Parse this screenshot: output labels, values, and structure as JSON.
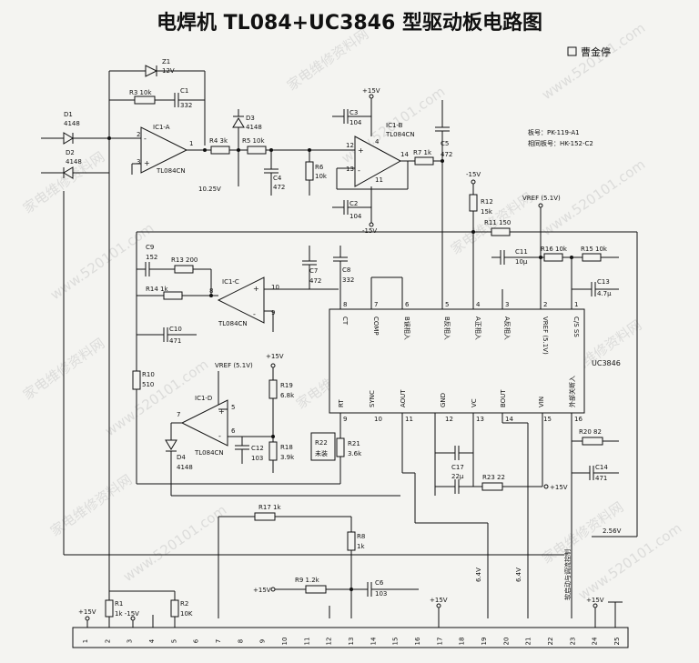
{
  "title": "电焊机 TL084+UC3846 型驱动板电路图",
  "author": "曹金停",
  "board": {
    "number": "板号：PK-119-A1",
    "same": "相同板号：HK-152-C2"
  },
  "watermarks": [
    "家电维修资料网",
    "www.520101.com"
  ],
  "opamps": {
    "a": {
      "name": "IC1-A",
      "part": "TL084CN"
    },
    "b": {
      "name": "IC1-B",
      "part": "TL084CN"
    },
    "c": {
      "name": "IC1-C",
      "part": "TL084CN"
    },
    "d": {
      "name": "IC1-D",
      "part": "TL084CN"
    }
  },
  "ic": {
    "name": "UC3846",
    "top_pins": [
      {
        "num": "8",
        "label": "CT"
      },
      {
        "num": "7",
        "label": "COMP"
      },
      {
        "num": "6",
        "label": "B误相入"
      },
      {
        "num": "5",
        "label": "B反相入"
      },
      {
        "num": "4",
        "label": "A正相入"
      },
      {
        "num": "3",
        "label": "A反相入"
      },
      {
        "num": "2",
        "label": "VREF (5.1V)"
      },
      {
        "num": "1",
        "label": "C/S SS"
      }
    ],
    "bottom_pins": [
      {
        "num": "9",
        "label": "RT"
      },
      {
        "num": "10",
        "label": "SYNC"
      },
      {
        "num": "11",
        "label": "AOUT"
      },
      {
        "num": "12",
        "label": "GND"
      },
      {
        "num": "13",
        "label": "VC"
      },
      {
        "num": "14",
        "label": "BOUT"
      },
      {
        "num": "15",
        "label": "VIN"
      },
      {
        "num": "16",
        "label": "外部关断入"
      }
    ]
  },
  "diodes": {
    "d1": "D1",
    "d1v": "4148",
    "d2": "D2",
    "d2v": "4148",
    "d3": "D3",
    "d3v": "4148",
    "d4": "D4",
    "d4v": "4148",
    "z1": "Z1",
    "z1v": "12V"
  },
  "resistors": {
    "r1": "R1",
    "r1v": "1k",
    "r2": "R2",
    "r2v": "10K",
    "r3": "R3 10k",
    "r4": "R4 3k",
    "r5": "R5 10k",
    "r6": "R6",
    "r6v": "10k",
    "r7": "R7 1k",
    "r8": "R8",
    "r8v": "1k",
    "r9": "R9 1.2k",
    "r10": "R10",
    "r10v": "510",
    "r11": "R11 150",
    "r12": "R12",
    "r12v": "15k",
    "r13": "R13 200",
    "r14": "R14 1k",
    "r15": "R15 10k",
    "r16": "R16 10k",
    "r17": "R17 1k",
    "r18": "R18",
    "r18v": "3.9k",
    "r19": "R19",
    "r19v": "6.8k",
    "r20": "R20 82",
    "r21": "R21",
    "r21v": "3.6k",
    "r22": "R22",
    "r22v": "未装",
    "r23": "R23 22"
  },
  "capacitors": {
    "c1": "C1",
    "c1v": "332",
    "c2": "C2",
    "c2v": "104",
    "c3": "C3",
    "c3v": "104",
    "c4": "C4",
    "c4v": "472",
    "c5": "C5",
    "c5v": "472",
    "c6": "C6",
    "c6v": "103",
    "c7": "C7",
    "c7v": "472",
    "c8": "C8",
    "c8v": "332",
    "c9": "C9",
    "c9v": "152",
    "c10": "C10",
    "c10v": "471",
    "c11": "C11",
    "c11v": "10μ",
    "c12": "C12",
    "c12v": "103",
    "c13": "C13",
    "c13v": "4.7μ",
    "c14": "C14",
    "c14v": "471",
    "c17": "C17",
    "c17v": "22μ"
  },
  "supply": {
    "p15": "+15V",
    "m15": "-15V",
    "vref": "VREF (5.1V)",
    "v1025": "10.25V",
    "v256": "2.56V",
    "m15_r1": "1k -15V",
    "v64a": "6.4V",
    "v64b": "6.4V",
    "soft": "软启动与调流控制"
  },
  "connector_pins": [
    "1",
    "2",
    "3",
    "4",
    "5",
    "6",
    "7",
    "8",
    "9",
    "10",
    "11",
    "12",
    "13",
    "14",
    "15",
    "16",
    "17",
    "18",
    "19",
    "20",
    "21",
    "22",
    "23",
    "24",
    "25"
  ]
}
